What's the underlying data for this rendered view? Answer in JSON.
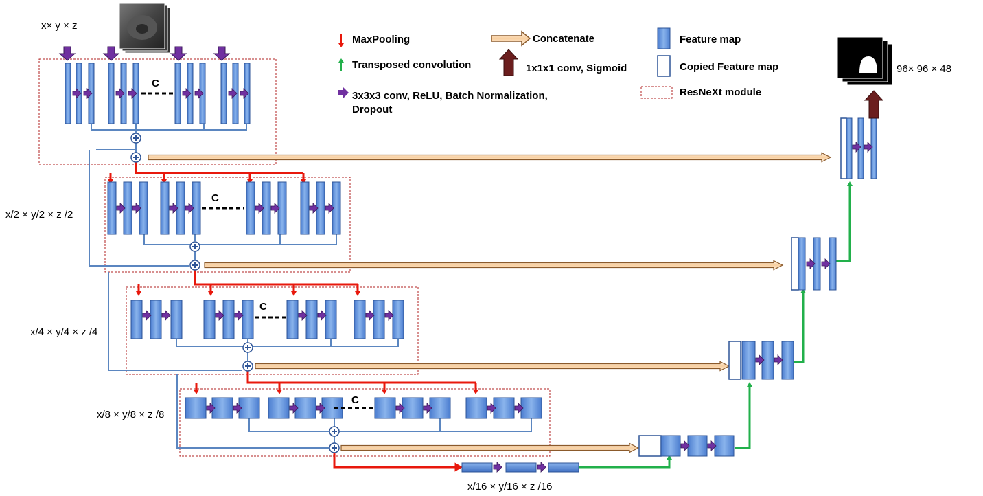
{
  "labels": {
    "input_dims": "x×  y × z",
    "output_dims": "96× 96 × 48",
    "level1_dims": "x/2 × y/2 × z /2",
    "level2_dims": "x/4 × y/4 × z /4",
    "level3_dims": "x/8 × y/8 × z /8",
    "level4_dims": "x/16 × y/16 × z /16",
    "cardinality": "C"
  },
  "legend": {
    "maxpooling": "MaxPooling",
    "transposed": "Transposed convolution",
    "conv_line1": "3x3x3 conv,  ReLU, Batch Normalization,",
    "conv_line2": "Dropout",
    "concatenate": "Concatenate",
    "sigmoid": "1x1x1  conv, Sigmoid",
    "feature_map": "Feature map",
    "copied_feature_map": "Copied Feature map",
    "resnext": "ResNeXt module"
  },
  "colors": {
    "feature_map": "#5b8fd6",
    "feature_map_edge": "#2f5597",
    "maxpool_arrow": "#e8180c",
    "transposed_arrow": "#22b04b",
    "conv_arrow": "#7030a0",
    "concat_fill": "#fce4c8",
    "concat_edge": "#8b5a2b",
    "sigmoid_arrow": "#5a1a1a",
    "skip_line": "#5b86c0",
    "module_border": "#b22222"
  }
}
